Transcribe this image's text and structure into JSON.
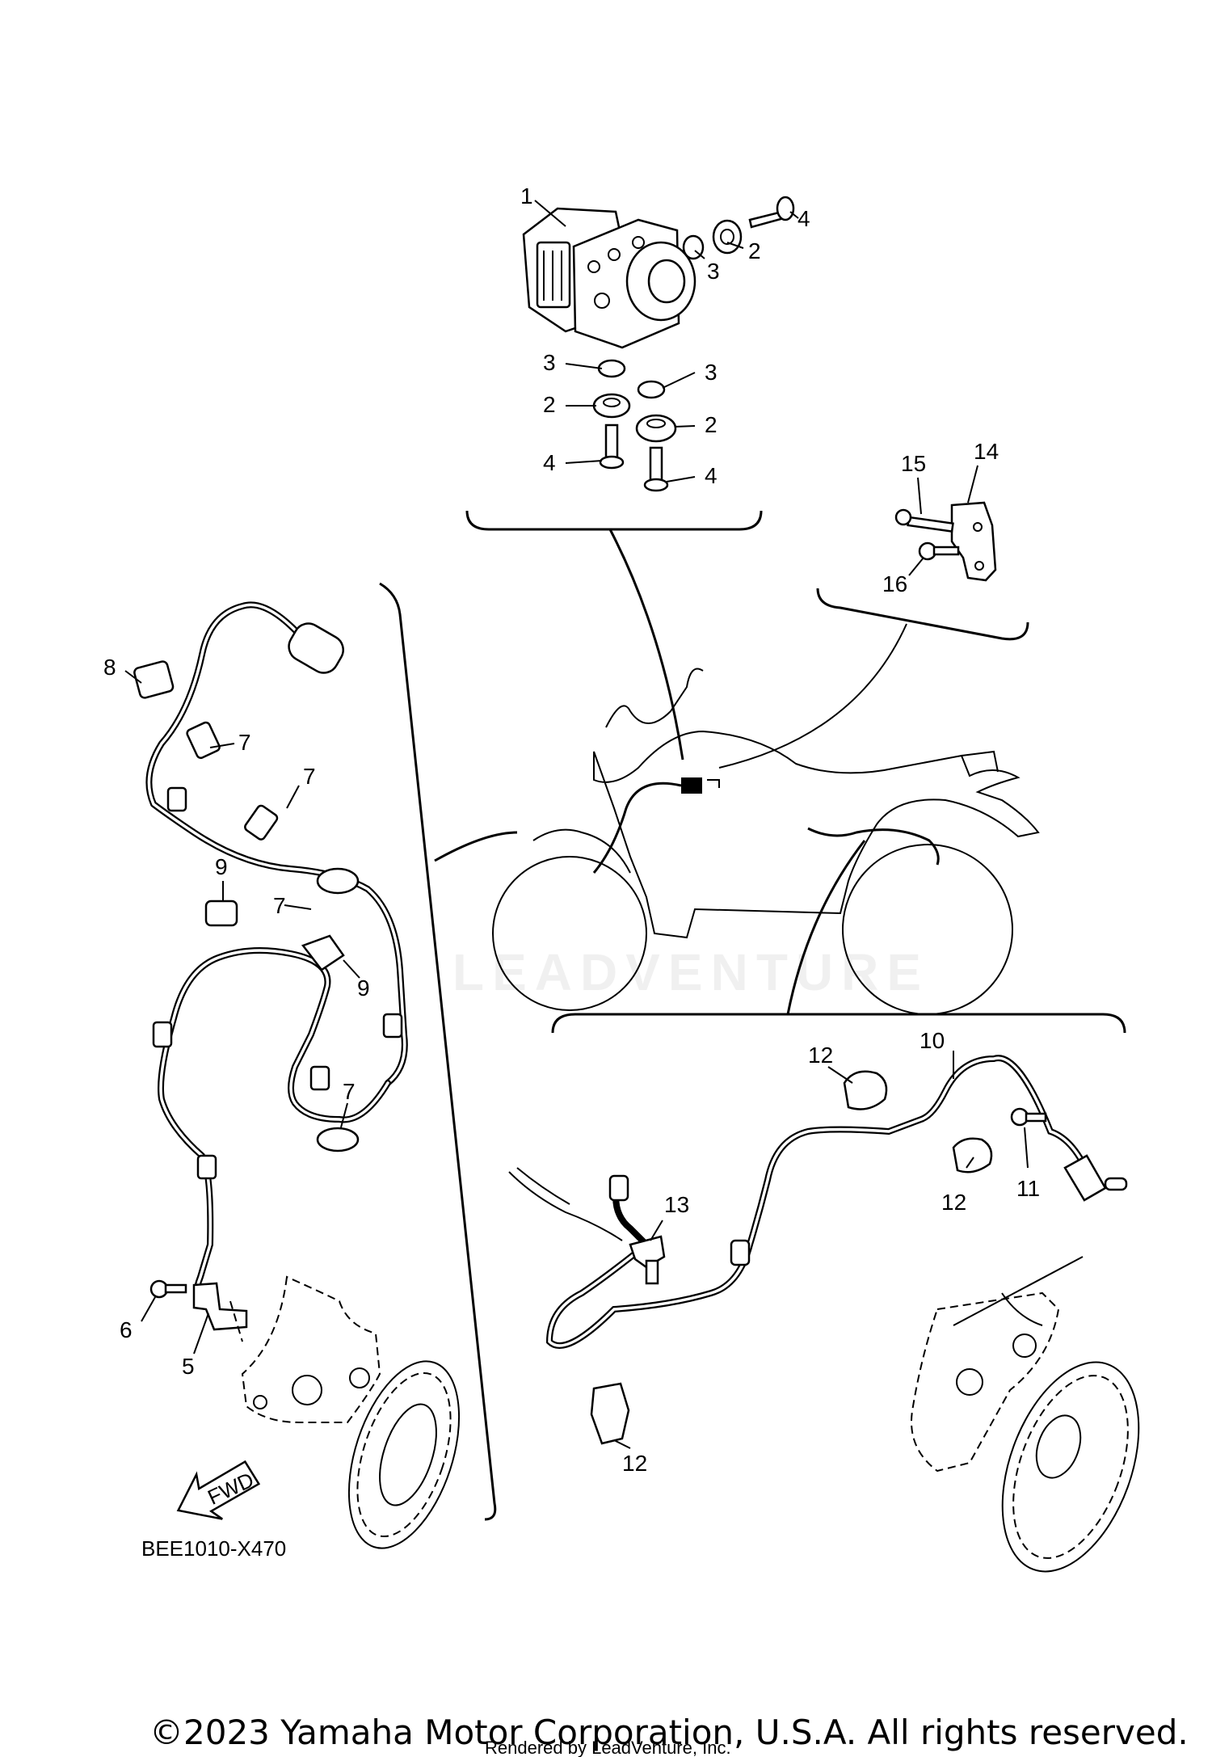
{
  "diagram_code": "BEE1010-X470",
  "copyright": "©2023 Yamaha Motor Corporation, U.S.A. All rights reserved.",
  "watermark": "LEADVENTURE",
  "rendered_by": "Rendered by LeadVenture, Inc.",
  "fwd_label": "FWD",
  "callouts": {
    "c1": "1",
    "c2a": "2",
    "c2b": "2",
    "c2c": "2",
    "c3a": "3",
    "c3b": "3",
    "c3c": "3",
    "c4a": "4",
    "c4b": "4",
    "c4c": "4",
    "c5": "5",
    "c6": "6",
    "c7a": "7",
    "c7b": "7",
    "c7c": "7",
    "c7d": "7",
    "c8": "8",
    "c9a": "9",
    "c9b": "9",
    "c10": "10",
    "c11": "11",
    "c12a": "12",
    "c12b": "12",
    "c12c": "12",
    "c13": "13",
    "c14": "14",
    "c15": "15",
    "c16": "16"
  }
}
